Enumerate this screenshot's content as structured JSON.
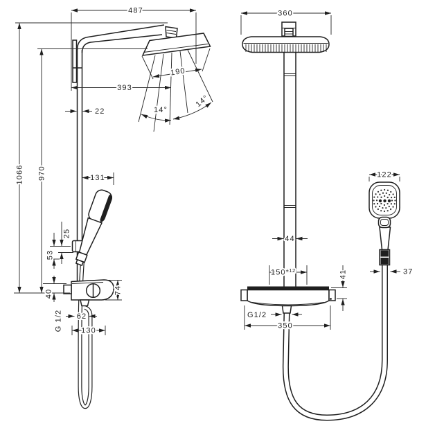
{
  "drawing": {
    "type": "technical-dimension-drawing",
    "product": "showerpipe with overhead shower, hand shower and thermostat",
    "views": {
      "side": {
        "width_top": "487",
        "arm_projection": "393",
        "pipe_offset": "22",
        "head_diameter": "190",
        "tilt_left": "14°",
        "tilt_right": "14°",
        "height_total": "1066",
        "height_upper": "970",
        "handshower_offset": "131",
        "holder_gap": "25",
        "holder_height": "53",
        "valve_offset": "40",
        "valve_height": "74",
        "thread_label": "G 1/2",
        "outlet_spacing": "62",
        "hose_loop_width": "130"
      },
      "front": {
        "head_width": "360",
        "pipe_width": "44",
        "supply_spacing": "150",
        "supply_tolerance": "±12",
        "handshower_width": "122",
        "hose_width": "37",
        "valve_depth": "41",
        "thread_label": "G1/2",
        "valve_width": "350"
      }
    }
  }
}
